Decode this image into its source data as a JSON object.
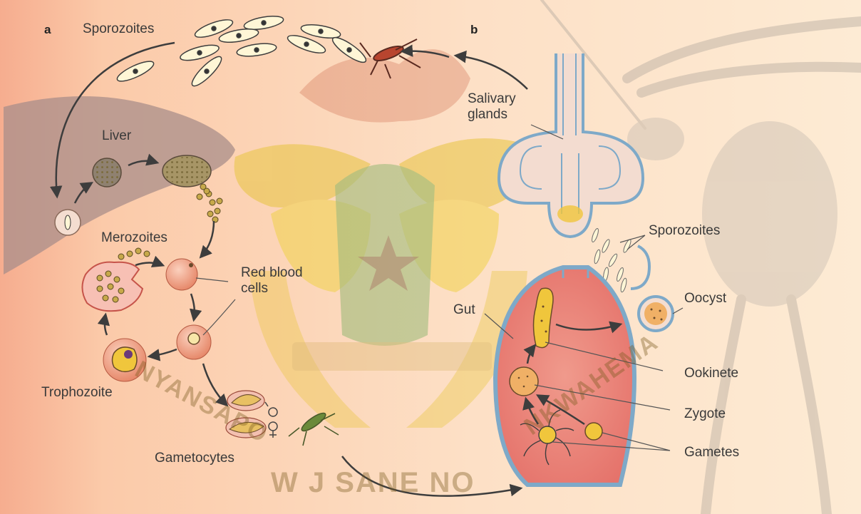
{
  "panels": {
    "a": "a",
    "b": "b"
  },
  "labels": {
    "sporozoites_top": "Sporozoites",
    "liver": "Liver",
    "merozoites": "Merozoites",
    "red_blood_cells": "Red blood\ncells",
    "trophozoite": "Trophozoite",
    "gametocytes": "Gametocytes",
    "salivary_glands": "Salivary\nglands",
    "sporozoites_right": "Sporozoites",
    "gut": "Gut",
    "oocyst": "Oocyst",
    "ookinete": "Ookinete",
    "zygote": "Zygote",
    "gametes": "Gametes"
  },
  "watermark": {
    "left": "NYANSAPO",
    "right": "NKWAHEMA",
    "bottom": "W J SANE NO"
  },
  "colors": {
    "background_left": "#f7b89a",
    "background_right": "#fde8cf",
    "arrow": "#3d3d3d",
    "gut_fill": "#ee8c80",
    "gland_border": "#7ea9c8",
    "rbc": "#f2a283",
    "parasite": "#d6a13a",
    "crest_gold": "#e8c43f",
    "crest_green": "#5fa64b"
  }
}
